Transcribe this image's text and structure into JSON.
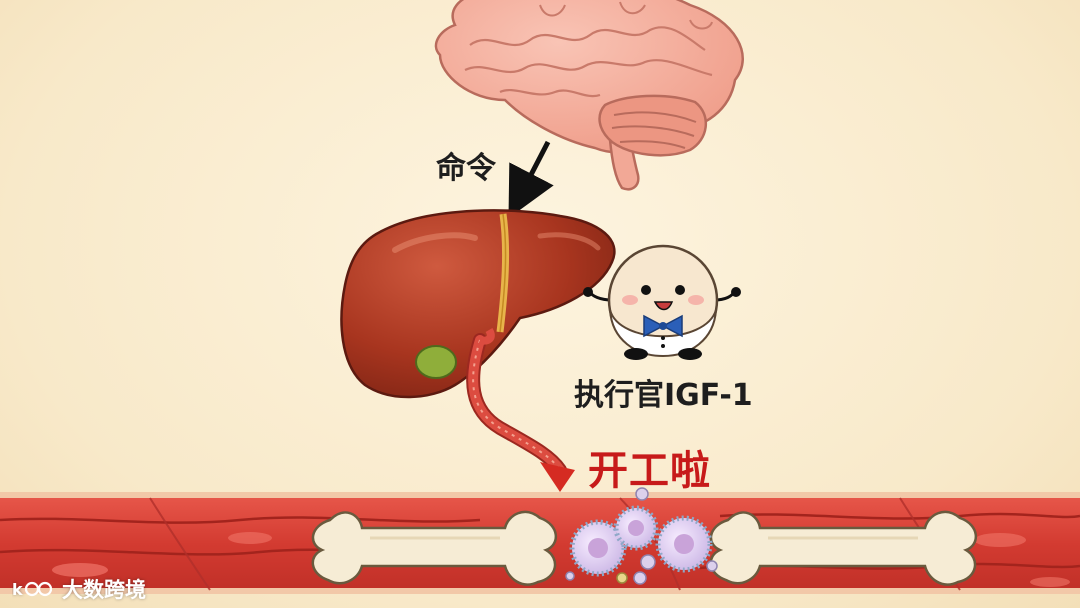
{
  "labels": {
    "command": "命令",
    "executive": "执行官IGF-1",
    "start_work": "开工啦"
  },
  "watermark": {
    "text": "大数跨境"
  },
  "colors": {
    "background": "#f8e9c9",
    "brain": "#f3a593",
    "liver": "#b03a26",
    "gallbladder": "#8fae3a",
    "vessel": "#d9453a",
    "bone": "#f5ead2",
    "cells": "#d8c7e8",
    "bowtie": "#2b5fb8",
    "accent_text": "#c71a1a"
  },
  "icons": [
    "brain-icon",
    "liver-icon",
    "igf1-mascot-icon",
    "blood-vessel-icon",
    "bone-icon",
    "bone-cell-icon"
  ]
}
